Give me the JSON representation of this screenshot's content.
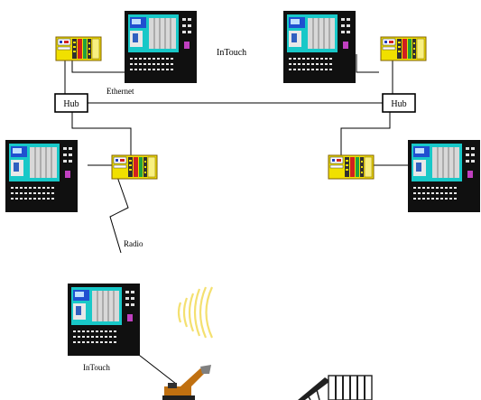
{
  "labels": {
    "intouch_top": "InTouch",
    "ethernet": "Ethernet",
    "radio": "Radio",
    "intouch_bottom": "InTouch"
  },
  "hubs": [
    {
      "label": "Hub"
    },
    {
      "label": "Hub"
    }
  ],
  "icons": {
    "hmi": "hmi-terminal-icon",
    "plc": "plc-rack-icon",
    "radio_waves": "radio-waves-icon",
    "machine": "excavator-icon",
    "conveyor": "conveyor-icon"
  },
  "colors": {
    "screen_cyan": "#18c8c8",
    "bezel": "#101010",
    "plc_yellow": "#f0e000",
    "plc_red": "#d02020",
    "plc_green": "#20a040",
    "wave_yellow": "#f4e070",
    "machine_orange": "#c07010"
  }
}
